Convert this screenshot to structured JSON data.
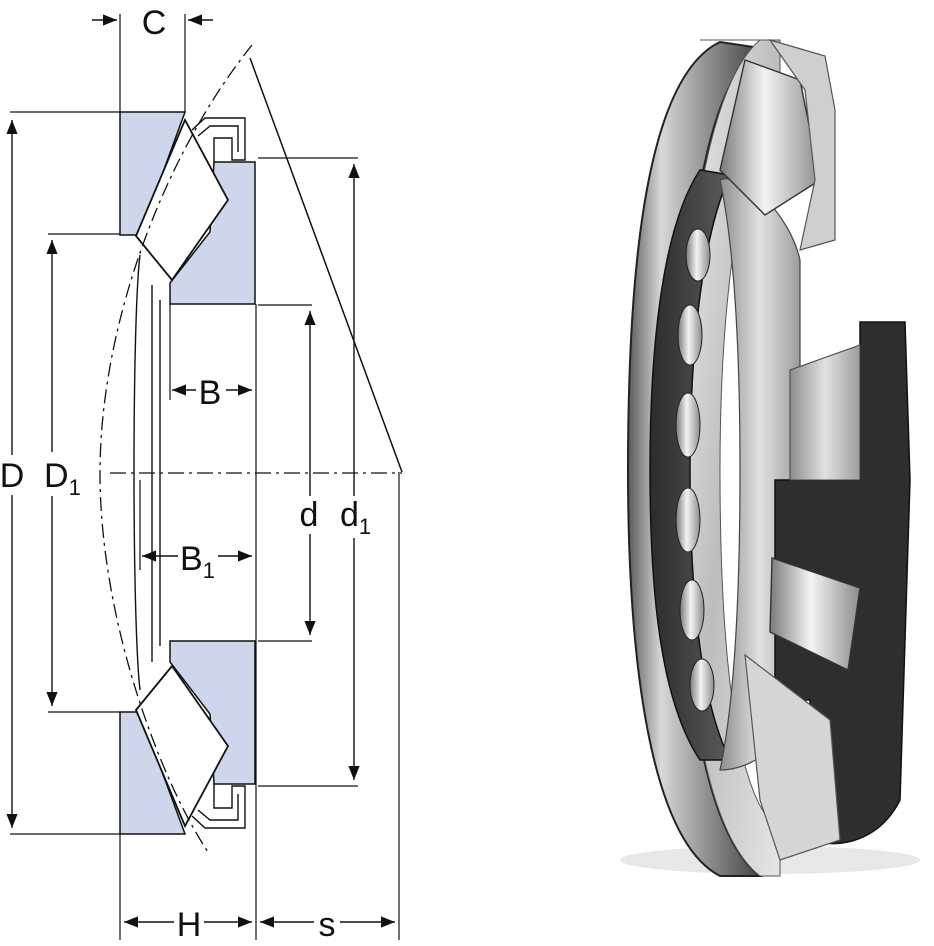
{
  "diagram": {
    "labels": {
      "C": "C",
      "D": "D",
      "D1_main": "D",
      "D1_sub": "1",
      "B": "B",
      "B1_main": "B",
      "B1_sub": "1",
      "d": "d",
      "d1_main": "d",
      "d1_sub": "1",
      "H": "H",
      "s": "s"
    },
    "colors": {
      "ring_fill": "#cdd6ea",
      "line": "#111111",
      "steel_light": "#d9d9d9",
      "steel_mid": "#a8a8a8",
      "steel_dark": "#3a3a3a"
    }
  }
}
